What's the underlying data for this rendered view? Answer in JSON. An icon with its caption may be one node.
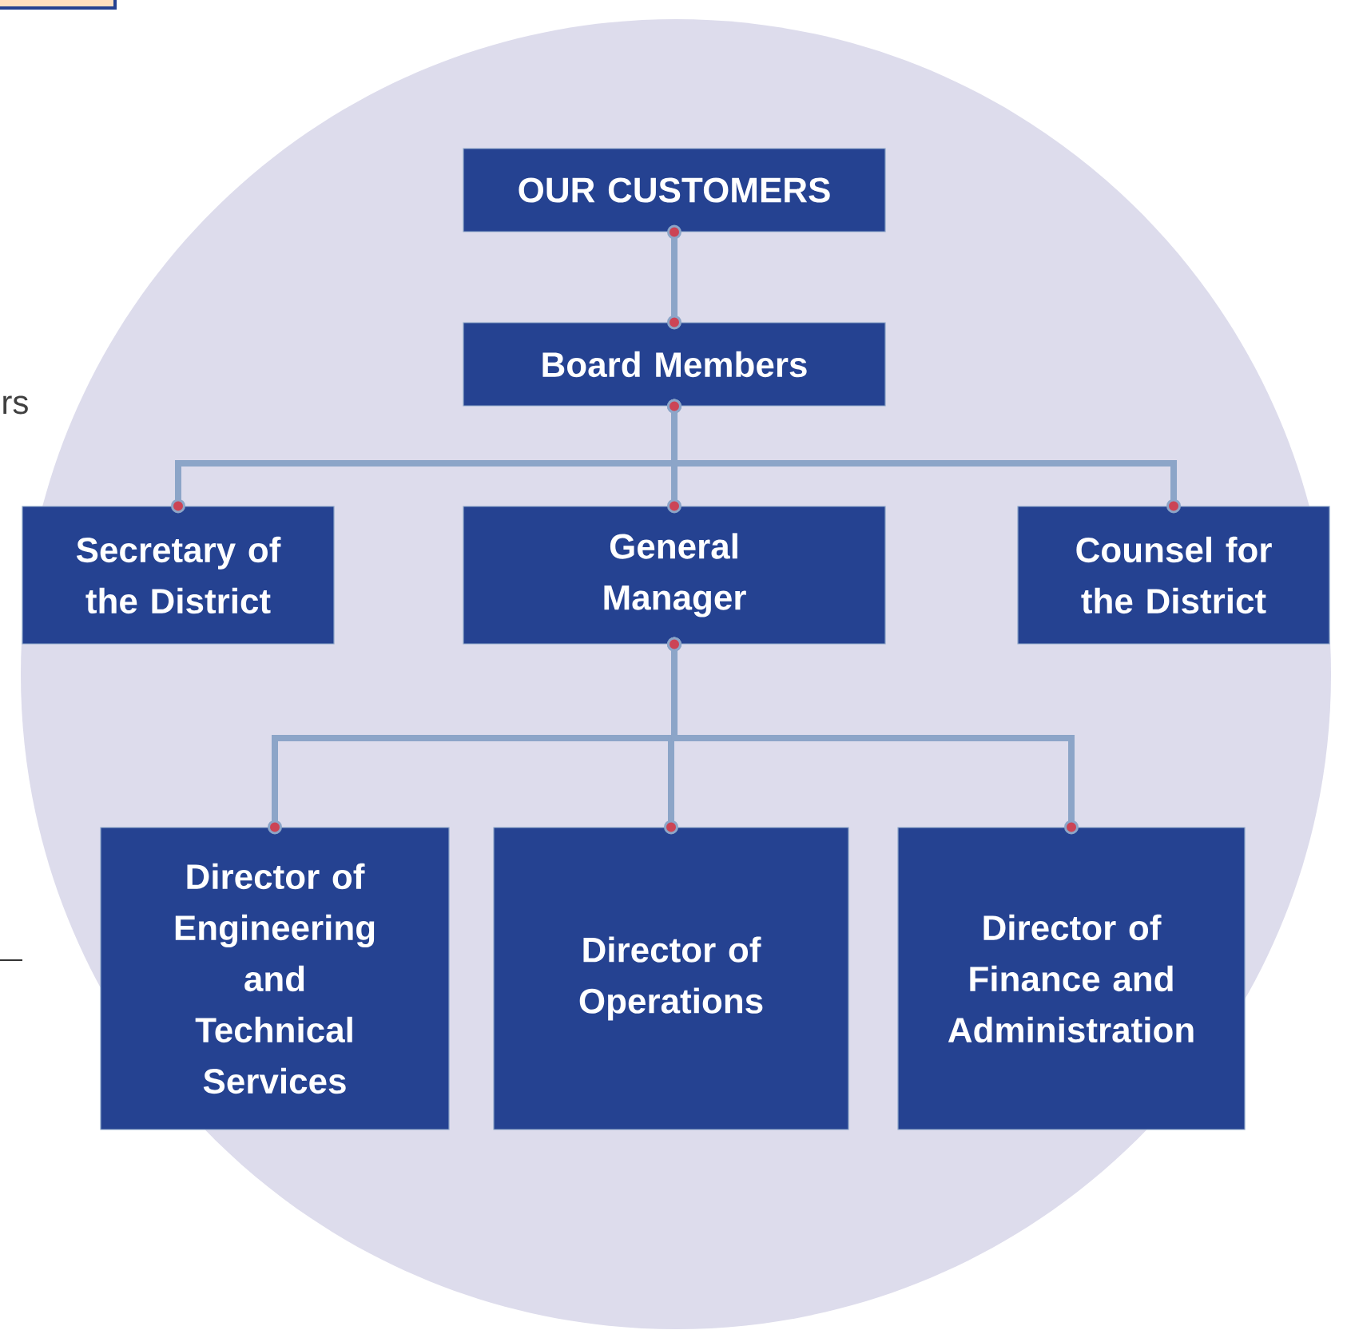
{
  "diagram": {
    "nodes": [
      {
        "text": [
          "OUR CUSTOMERS"
        ]
      },
      {
        "text": [
          "Board Members"
        ]
      },
      {
        "text": [
          "Secretary of the District"
        ]
      },
      {
        "text": [
          "General Manager"
        ]
      },
      {
        "text": [
          "Counsel for the District"
        ]
      },
      {
        "text": [
          "Director of Engineering and Technical Services"
        ]
      },
      {
        "text": [
          "Director of Operations"
        ]
      },
      {
        "text": [
          "Director of Finance and Administration"
        ]
      }
    ],
    "edges": [
      {
        "from": 0,
        "to": 1,
        "arrow": "other"
      },
      {
        "from": 1,
        "to": 2,
        "arrow": "other"
      },
      {
        "from": 1,
        "to": 3,
        "arrow": "other"
      },
      {
        "from": 1,
        "to": 4,
        "arrow": "other"
      },
      {
        "from": 3,
        "to": 5,
        "arrow": "other"
      },
      {
        "from": 3,
        "to": 6,
        "arrow": "other"
      },
      {
        "from": 3,
        "to": 7,
        "arrow": "other"
      }
    ],
    "labels": [
      "rs"
    ]
  }
}
